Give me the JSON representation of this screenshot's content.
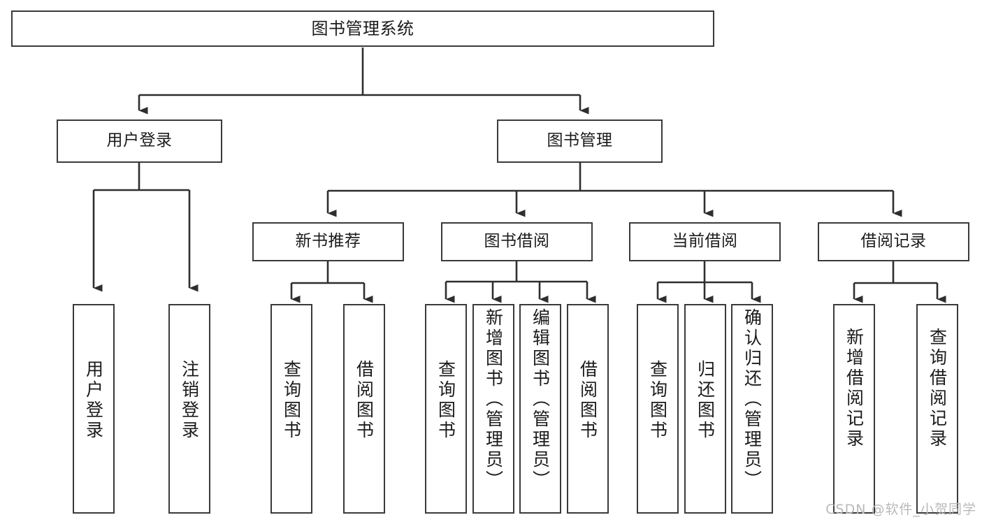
{
  "diagram": {
    "title": "图书管理系统",
    "type": "功能结构图",
    "root": {
      "label": "图书管理系统"
    },
    "level2": [
      {
        "label": "用户登录"
      },
      {
        "label": "图书管理"
      }
    ],
    "level3": [
      {
        "label": "新书推荐"
      },
      {
        "label": "图书借阅"
      },
      {
        "label": "当前借阅"
      },
      {
        "label": "借阅记录"
      }
    ],
    "leaves": {
      "user_login": [
        {
          "label": "用户登录"
        },
        {
          "label": "注销登录"
        }
      ],
      "new_book_recommend": [
        {
          "label": "查询图书"
        },
        {
          "label": "借阅图书"
        }
      ],
      "book_borrow": [
        {
          "label": "查询图书"
        },
        {
          "label": "新增图书（管理员）"
        },
        {
          "label": "编辑图书（管理员）"
        },
        {
          "label": "借阅图书"
        }
      ],
      "current_borrow": [
        {
          "label": "查询图书"
        },
        {
          "label": "归还图书"
        },
        {
          "label": "确认归还（管理员）"
        }
      ],
      "borrow_record": [
        {
          "label": "新增借阅记录"
        },
        {
          "label": "查询借阅记录"
        }
      ]
    }
  },
  "watermark": {
    "text": "CSDN @软件_小贺同学"
  },
  "colors": {
    "background": "#ffffff",
    "stroke": "#3a3a3a",
    "text": "#1b1b1b",
    "watermark": "#b9b9b9"
  }
}
